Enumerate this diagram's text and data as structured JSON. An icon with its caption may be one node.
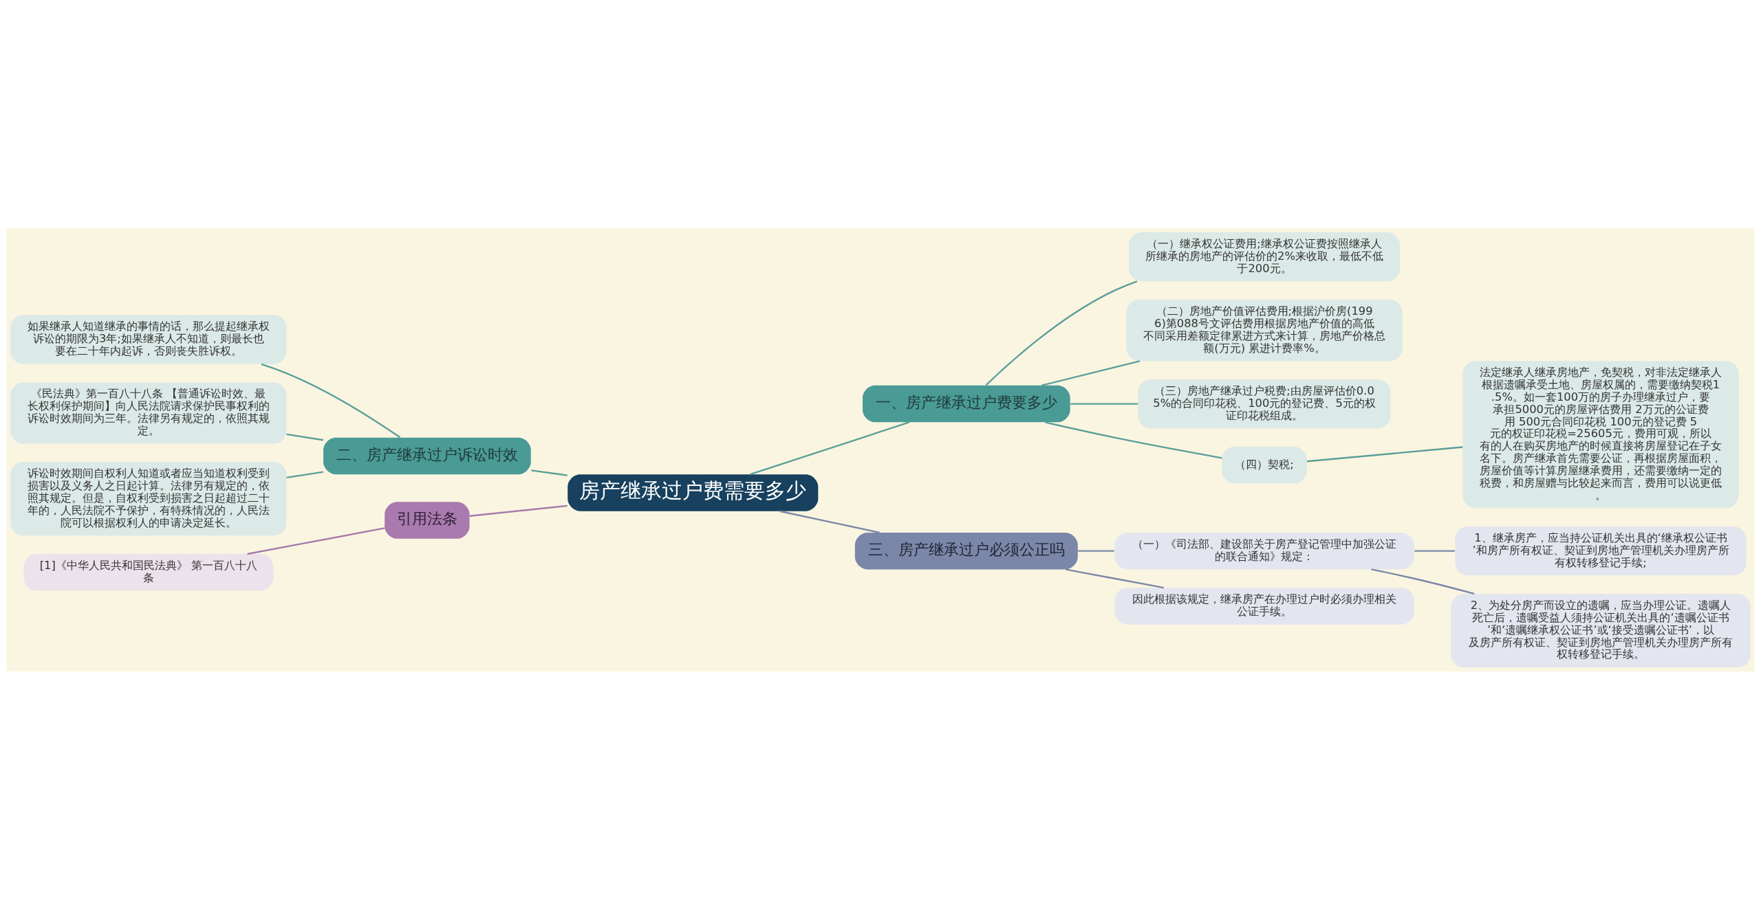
{
  "diagram": {
    "nodes": [
      {
        "text": [
          "房产继承过户费需要多少"
        ]
      },
      {
        "text": [
          "一、房产继承过户费要多少"
        ]
      },
      {
        "text": [
          "（一）继承权公证费用;继承权公证费按照继承人所继承的房地产的评估价的2%来收取，最低不低于200元。"
        ]
      },
      {
        "text": [
          "（二）房地产价值评估费用;根据沪价房(1996)第088号文评估费用根据房地产价值的高低不同采用差额定律累进方式来计算，房地产价格总额(万元) 累进计费率%。"
        ]
      },
      {
        "text": [
          "（三）房地产继承过户税费;由房屋评估价0.05%的合同印花税、100元的登记费、5元的权证印花税组成。"
        ]
      },
      {
        "text": [
          "（四）契税;"
        ]
      },
      {
        "text": [
          "法定继承人继承房地产，免契税，对非法定继承人根据遗嘱承受土地、房屋权属的，需要缴纳契税1.5%。如一套100万的房子办理继承过户，要承担5000元的房屋评估费用 2万元的公证费用 500元合同印花税 100元的登记费 5元的权证印花税=25605元，费用可观，所以有的人在购买房地产的时候直接将房屋登记在子女名下。房产继承首先需要公证，再根据房屋面积，房屋价值等计算房屋继承费用，还需要缴纳一定的税费，和房屋赠与比较起来而言，费用可以说更低。"
        ]
      },
      {
        "text": [
          "三、房产继承过户必须公正吗"
        ]
      },
      {
        "text": [
          "（一）《司法部、建设部关于房产登记管理中加强公证的联合通知》规定："
        ]
      },
      {
        "text": [
          "1、继承房产，应当持公证机关出具的‘继承权公证书’和房产所有权证、契证到房地产管理机关办理房产所有权转移登记手续;"
        ]
      },
      {
        "text": [
          "2、为处分房产而设立的遗嘱，应当办理公证。遗嘱人死亡后，遗嘱受益人须持公证机关出具的‘遗嘱公证书’和‘遗嘱继承权公证书’或‘接受遗嘱公证书’，以及房产所有权证、契证到房地产管理机关办理房产所有权转移登记手续。"
        ]
      },
      {
        "text": [
          "因此根据该规定，继承房产在办理过户时必须办理相关公证手续。"
        ]
      },
      {
        "text": [
          "二、房产继承过户诉讼时效"
        ]
      },
      {
        "text": [
          "如果继承人知道继承的事情的话，那么提起继承权诉讼的期限为3年;如果继承人不知道，则最长也要在二十年内起诉，否则丧失胜诉权。"
        ]
      },
      {
        "text": [
          "《民法典》第一百八十八条 【普通诉讼时效、最长权利保护期间】向人民法院请求保护民事权利的诉讼时效期间为三年。法律另有规定的，依照其规定。"
        ]
      },
      {
        "text": [
          "诉讼时效期间自权利人知道或者应当知道权利受到损害以及义务人之日起计算。法律另有规定的，依照其规定。但是，自权利受到损害之日起超过二十年的，人民法院不予保护，有特殊情况的，人民法院可以根据权利人的申请决定延长。"
        ]
      },
      {
        "text": [
          "引用法条"
        ]
      },
      {
        "text": [
          "[1]《中华人民共和国民法典》 第一百八十八条"
        ]
      }
    ],
    "edges": [
      {
        "from": 0,
        "to": 1,
        "arrow": "none"
      },
      {
        "from": 1,
        "to": 2,
        "arrow": "none"
      },
      {
        "from": 1,
        "to": 3,
        "arrow": "none"
      },
      {
        "from": 1,
        "to": 4,
        "arrow": "none"
      },
      {
        "from": 1,
        "to": 5,
        "arrow": "none"
      },
      {
        "from": 5,
        "to": 6,
        "arrow": "none"
      },
      {
        "from": 0,
        "to": 7,
        "arrow": "none",
        "color": "#7b87a8"
      },
      {
        "from": 7,
        "to": 8,
        "arrow": "none",
        "color": "#7b87a8"
      },
      {
        "from": 8,
        "to": 9,
        "arrow": "none",
        "color": "#7b87a8"
      },
      {
        "from": 8,
        "to": 10,
        "arrow": "none",
        "color": "#7b87a8"
      },
      {
        "from": 7,
        "to": 11,
        "arrow": "none",
        "color": "#7b87a8"
      },
      {
        "from": 0,
        "to": 12,
        "arrow": "none"
      },
      {
        "from": 12,
        "to": 13,
        "arrow": "none"
      },
      {
        "from": 12,
        "to": 14,
        "arrow": "none"
      },
      {
        "from": 12,
        "to": 15,
        "arrow": "none"
      },
      {
        "from": 0,
        "to": 16,
        "arrow": "none",
        "color": "#a57aab"
      },
      {
        "from": 16,
        "to": 17,
        "arrow": "none",
        "color": "#a57aab"
      }
    ]
  }
}
